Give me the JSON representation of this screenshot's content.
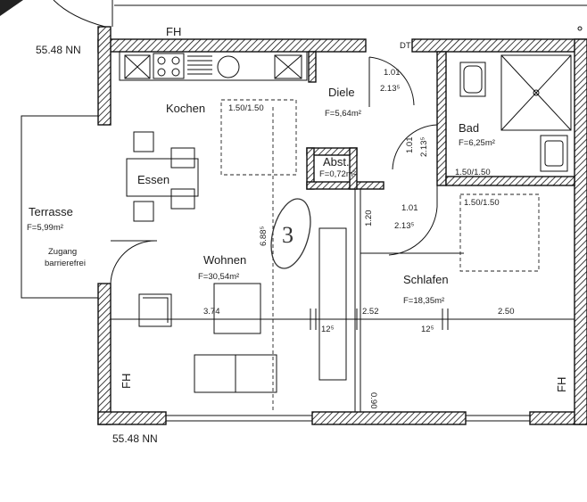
{
  "plan": {
    "level_top": "55.48 NN",
    "level_bottom": "55.48 NN",
    "rooms": {
      "kochen": {
        "name": "Kochen",
        "opening": "1.50/1.50"
      },
      "diele": {
        "name": "Diele",
        "area": "F=5,64m²"
      },
      "bad": {
        "name": "Bad",
        "area": "F=6,25m²",
        "opening": "1.50/1.50"
      },
      "abst": {
        "name": "Abst.",
        "area": "F=0,72m²"
      },
      "essen": {
        "name": "Essen"
      },
      "terrasse": {
        "name": "Terrasse",
        "area": "F=5,99m²"
      },
      "wohnen": {
        "name": "Wohnen",
        "area": "F=30,54m²"
      },
      "schlafen": {
        "name": "Schlafen",
        "area": "F=18,35m²",
        "opening": "1.50/1.50"
      }
    },
    "zugang": [
      "Zugang",
      "barrierefrei"
    ],
    "fh_labels": [
      "FH",
      "FH",
      "FH"
    ],
    "dt_label": "DT",
    "doors": {
      "entry": [
        "1.01",
        "2.13⁵"
      ],
      "bath": [
        "1.01",
        "2.13⁵"
      ],
      "bedroom": [
        "1.01",
        "2.13⁵"
      ]
    },
    "dims": {
      "wohnen_width": "3.74",
      "mid_width": "2.52",
      "right_width": "2.50",
      "height_wohnen": "6.88⁵",
      "wall_12a": "12⁵",
      "wall_12b": "12⁵",
      "schlafen_side": "1.20",
      "schlafen_bottom": "0.90"
    },
    "annotation": "3",
    "colors": {
      "ink": "#111111",
      "paper": "#ffffff",
      "pencil": "#333333"
    }
  }
}
